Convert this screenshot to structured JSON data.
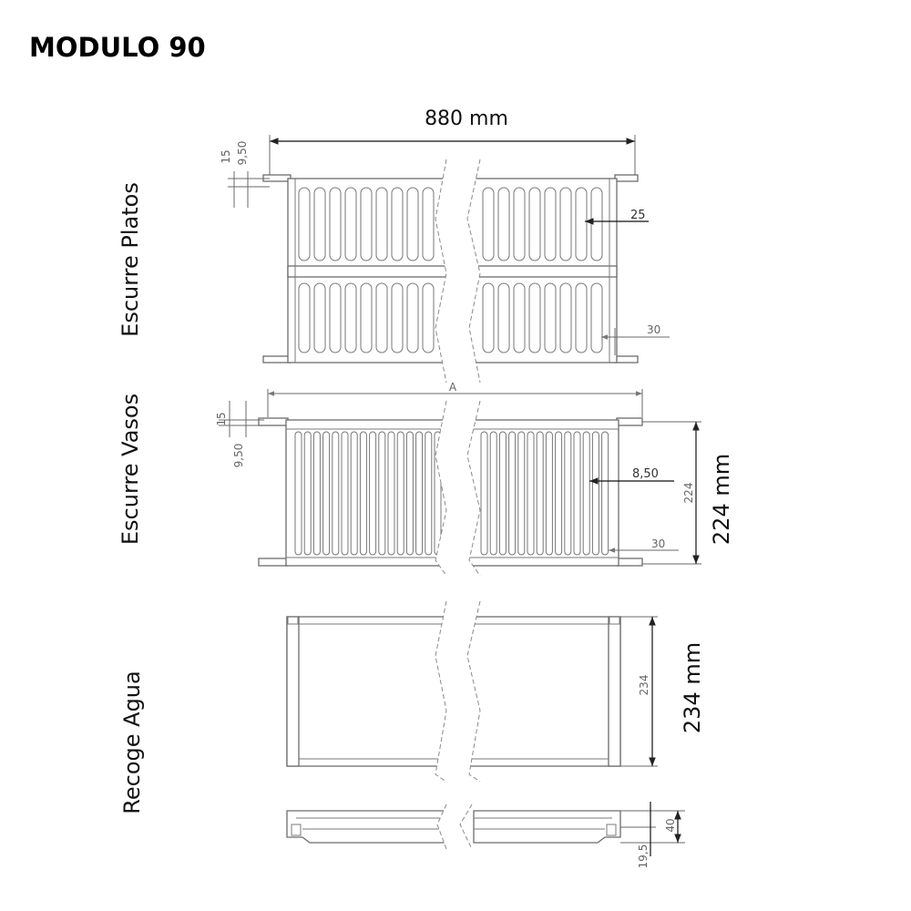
{
  "title": "MODULO 90",
  "sections": {
    "platos": {
      "label": "Escurre Platos",
      "dim_15": "15",
      "dim_950": "9,50",
      "dim_25": "25",
      "dim_30": "30"
    },
    "vasos": {
      "label": "Escurre Vasos",
      "dim_15": "15",
      "dim_950": "9,50",
      "dim_a": "A",
      "dim_850": "8,50",
      "dim_224": "224",
      "dim_224mm": "224 mm",
      "dim_30": "30"
    },
    "agua": {
      "label": "Recoge Agua",
      "dim_234": "234",
      "dim_234mm": "234 mm",
      "dim_40": "40",
      "dim_195": "19,5"
    }
  },
  "overall_width": "880 mm"
}
